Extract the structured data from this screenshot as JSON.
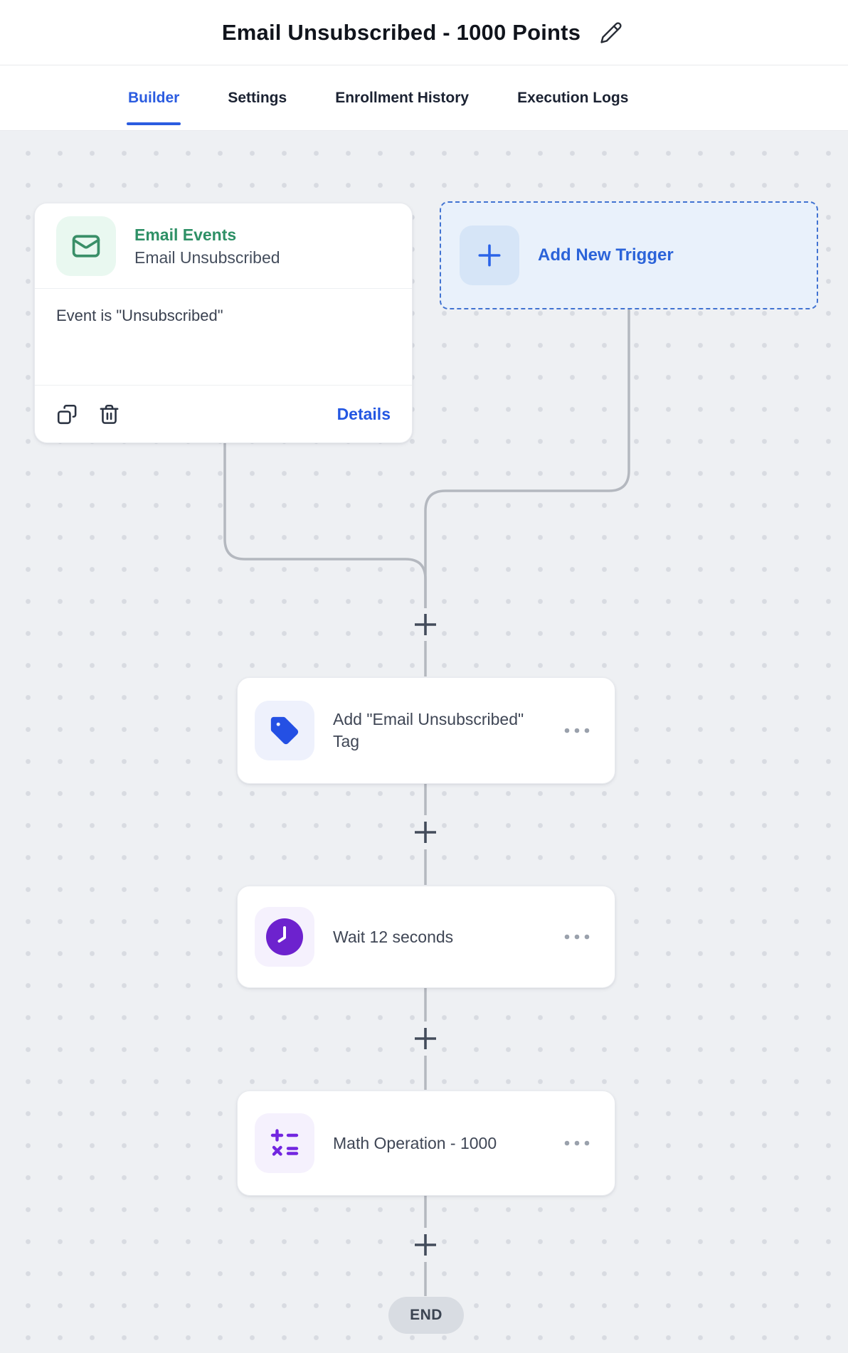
{
  "header": {
    "title": "Email Unsubscribed - 1000 Points"
  },
  "tabs": [
    {
      "label": "Builder",
      "active": true
    },
    {
      "label": "Settings",
      "active": false
    },
    {
      "label": "Enrollment History",
      "active": false
    },
    {
      "label": "Execution Logs",
      "active": false
    }
  ],
  "canvas": {
    "trigger_card": {
      "category": "Email Events",
      "name": "Email Unsubscribed",
      "condition": "Event is \"Unsubscribed\"",
      "details_label": "Details"
    },
    "add_trigger": {
      "label": "Add New Trigger"
    },
    "steps": [
      {
        "title": "Add \"Email Unsubscribed\" Tag",
        "icon": "tag-icon"
      },
      {
        "title": "Wait 12 seconds",
        "icon": "clock-icon"
      },
      {
        "title": "Math Operation - 1000",
        "icon": "math-icon"
      }
    ],
    "end_label": "END"
  },
  "icons": {
    "edit": "pencil-icon",
    "trigger": "mail-icon",
    "duplicate": "copy-icon",
    "delete": "trash-icon",
    "add": "plus-icon",
    "step_menu": "ellipsis-icon"
  },
  "colors": {
    "accent_blue": "#2b5ce0",
    "link_blue": "#2457e2",
    "trigger_green": "#2e9066",
    "tag_blue": "#2450e4",
    "wait_purple": "#6d22ce",
    "math_purple": "#7226e0",
    "canvas_bg": "#eef0f3",
    "connector_gray": "#b4b8bf",
    "end_pill_bg": "#d8dce2"
  }
}
